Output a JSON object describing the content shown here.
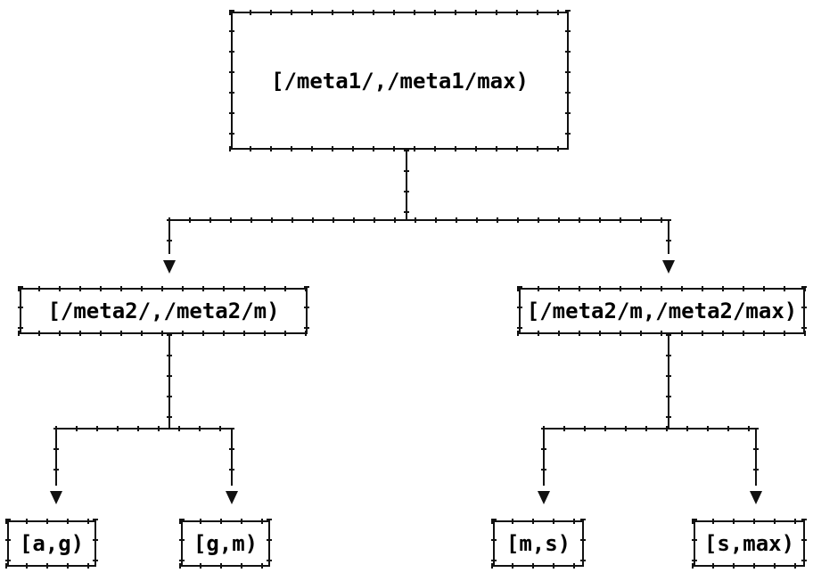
{
  "tree": {
    "root": {
      "label": "[/meta1/,/meta1/max)",
      "children": [
        {
          "label": "[/meta2/,/meta2/m)",
          "children": [
            {
              "label": "[a,g)"
            },
            {
              "label": "[g,m)"
            }
          ]
        },
        {
          "label": "[/meta2/m,/meta2/max)",
          "children": [
            {
              "label": "[m,s)"
            },
            {
              "label": "[s,max)"
            }
          ]
        }
      ]
    }
  },
  "colors": {
    "line": "#111111",
    "text": "#000000",
    "background": "#ffffff"
  }
}
